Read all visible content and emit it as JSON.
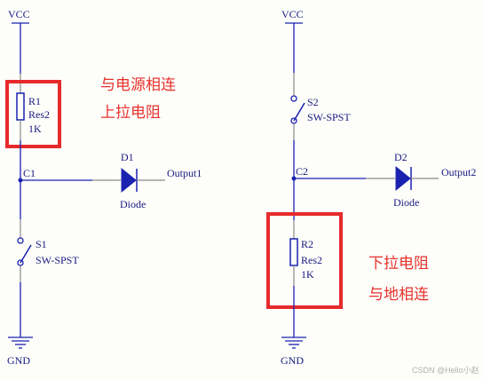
{
  "colors": {
    "wire": "#1a22b0",
    "component": "#1a22b0",
    "label": "#1a1a80",
    "pin": "#8a8a8a",
    "highlight": "#e62a2a",
    "annotation": "#e8322c"
  },
  "left_circuit": {
    "supply": "VCC",
    "resistor": {
      "ref": "R1",
      "model": "Res2",
      "value": "1K"
    },
    "junction": "C1",
    "diode": {
      "ref": "D1",
      "model": "Diode"
    },
    "output": "Output1",
    "switch": {
      "ref": "S1",
      "model": "SW-SPST"
    },
    "ground": "GND",
    "annotation_lines": [
      "与电源相连",
      "上拉电阻"
    ]
  },
  "right_circuit": {
    "supply": "VCC",
    "switch": {
      "ref": "S2",
      "model": "SW-SPST"
    },
    "junction": "C2",
    "diode": {
      "ref": "D2",
      "model": "Diode"
    },
    "output": "Output2",
    "resistor": {
      "ref": "R2",
      "model": "Res2",
      "value": "1K"
    },
    "ground": "GND",
    "annotation_lines": [
      "下拉电阻",
      "与地相连"
    ]
  },
  "watermark": "CSDN @Hello小赵"
}
